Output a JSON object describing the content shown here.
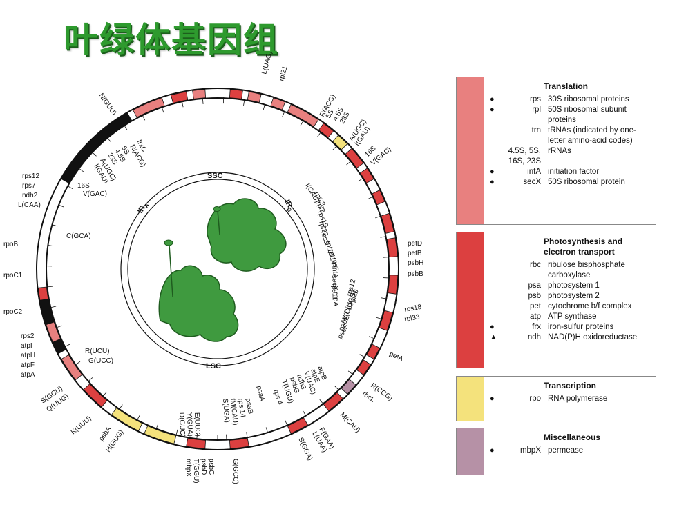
{
  "title": "叶绿体基因组",
  "regions": {
    "ssc": "SSC",
    "lsc": "LSC",
    "ira": "IR",
    "ira_sub": "A",
    "irb": "IR",
    "irb_sub": "B"
  },
  "gene_labels": {
    "left_outer": [
      "rpoB",
      "rpoC1",
      "rpoC2",
      "rps2",
      "atpI",
      "atpH",
      "atpF",
      "atpA",
      "rps12",
      "rps7",
      "ndh2",
      "L(CAA)"
    ],
    "left_inner": [
      "16S",
      "V(GAC)",
      "C(GCA)",
      "R(UCU)",
      "G(UCC)",
      "S(GCU)",
      "Q(UUG)",
      "K(UUU)",
      "psbA",
      "H(GUG)"
    ],
    "top_left": [
      "N(GUU)",
      "frxC",
      "R(ACG)",
      "5S",
      "4.5S",
      "23S",
      "A(UGC)",
      "I(GAU)"
    ],
    "top": [
      "L(UAG)",
      "rpl21",
      "R(ACG)",
      "5S",
      "4.5S",
      "23S",
      "A(UGC)",
      "I(GAU)",
      "16S",
      "V(GAC)"
    ],
    "right_inner": [
      "I(CAU)",
      "rpl23",
      "rpl2",
      "rps19",
      "rpl22",
      "rps3",
      "rpl16",
      "rpl14",
      "rps8",
      "infA",
      "secX",
      "rps11",
      "rpoA",
      "rps12",
      "rpl20",
      "P(UGG)",
      "W(CCA)",
      "psbE",
      "psbF"
    ],
    "right_outer": [
      "petD",
      "petB",
      "psbH",
      "psbB",
      "rps18",
      "rpl33",
      "petA",
      "R(CCG)",
      "rbcL",
      "M(CAU)"
    ],
    "bottom": [
      "atpB",
      "atpE",
      "V(UAC)",
      "ndh3",
      "psbG",
      "T(UGU)",
      "rps 4",
      "F(GAA)",
      "L(UAA)",
      "S(GGA)",
      "psaA",
      "psaB",
      "rps 14",
      "fM(CAU)",
      "S(UGA)",
      "D(GUC)",
      "Y(GUA)",
      "E(UUC)",
      "mbpX",
      "T(GGU)",
      "psbD",
      "psbC",
      "G(GCC)"
    ]
  },
  "legend": {
    "translation": {
      "header": "Translation",
      "rows": [
        {
          "bullet": "●",
          "code": "rps",
          "desc": "30S ribosomal proteins"
        },
        {
          "bullet": "●",
          "code": "rpl",
          "desc": "50S ribosomal subunit proteins"
        },
        {
          "bullet": "",
          "code": "trn",
          "desc": "tRNAs (indicated by one-letter amino-acid codes)"
        },
        {
          "bullet": "",
          "code": "4.5S, 5S, 16S, 23S",
          "desc": "rRNAs"
        },
        {
          "bullet": "●",
          "code": "infA",
          "desc": "initiation factor"
        },
        {
          "bullet": "●",
          "code": "secX",
          "desc": "50S ribosomal protein"
        }
      ]
    },
    "photosynthesis": {
      "header": "Photosynthesis and electron transport",
      "rows": [
        {
          "bullet": "",
          "code": "rbc",
          "desc": "ribulose bisphosphate carboxylase"
        },
        {
          "bullet": "",
          "code": "psa",
          "desc": "photosystem 1"
        },
        {
          "bullet": "",
          "code": "psb",
          "desc": "photosystem 2"
        },
        {
          "bullet": "",
          "code": "pet",
          "desc": "cytochrome b/f complex"
        },
        {
          "bullet": "",
          "code": "atp",
          "desc": "ATP synthase"
        },
        {
          "bullet": "●",
          "code": "frx",
          "desc": "iron-sulfur proteins"
        },
        {
          "bullet": "▲",
          "code": "ndh",
          "desc": "NAD(P)H oxidoreductase"
        }
      ]
    },
    "transcription": {
      "header": "Transcription",
      "rows": [
        {
          "bullet": "●",
          "code": "rpo",
          "desc": "RNA polymerase"
        }
      ]
    },
    "misc": {
      "header": "Miscellaneous",
      "rows": [
        {
          "bullet": "●",
          "code": "mbpX",
          "desc": "permease"
        }
      ]
    }
  },
  "colors": {
    "translation": "#e8807f",
    "photosynthesis": "#dc4040",
    "transcription": "#f4e27c",
    "misc": "#b691a6",
    "title": "#2e9a2e",
    "plant": "#3f9a3f"
  },
  "plant_icon": "liverwort-plant"
}
